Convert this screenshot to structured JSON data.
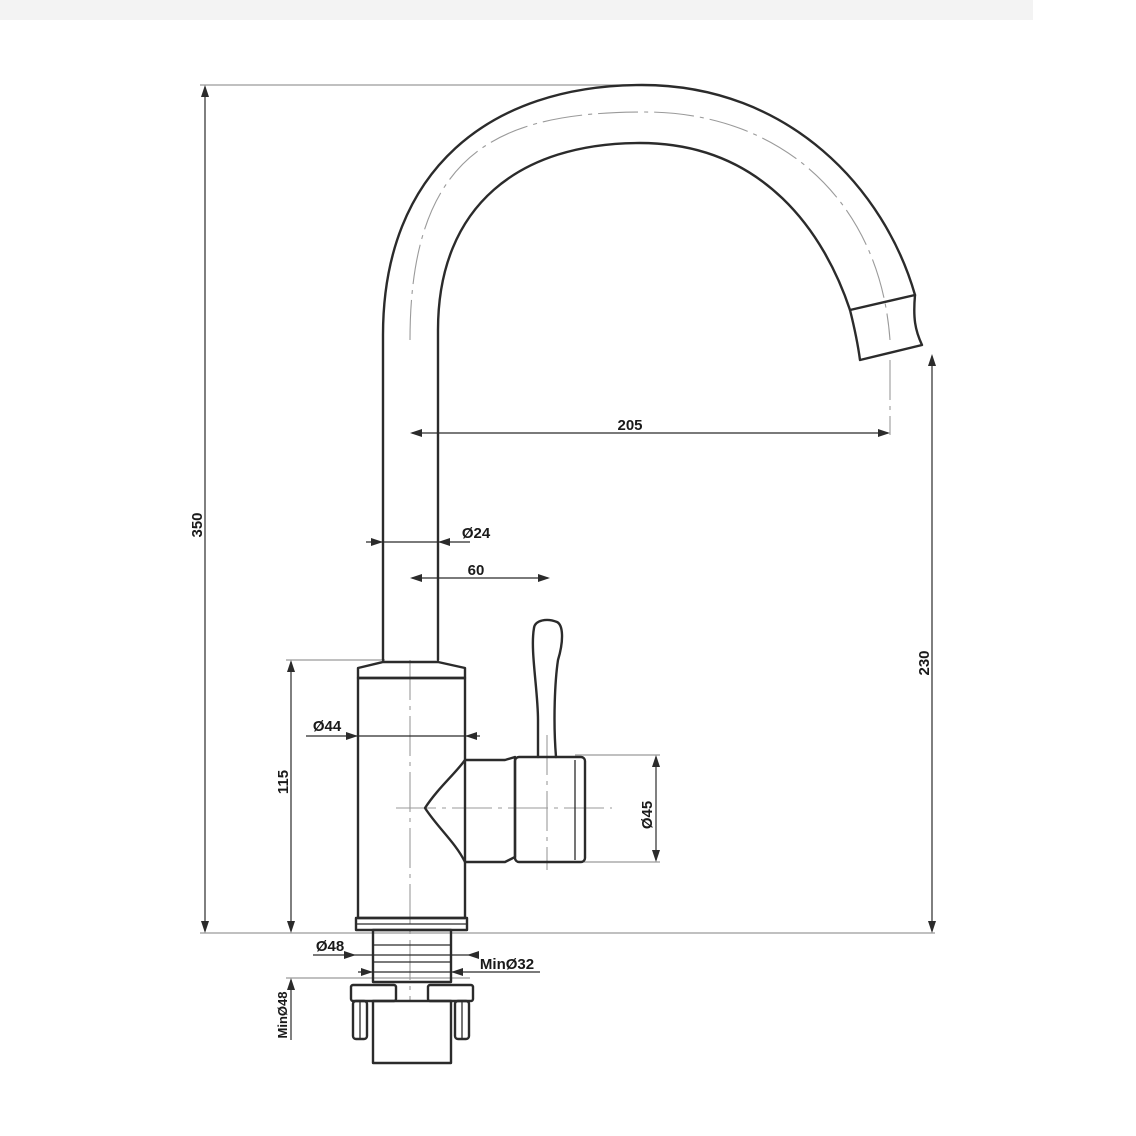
{
  "drawing": {
    "dimensions": {
      "height_total": "350",
      "spout_reach": "205",
      "tube_diameter": "Ø24",
      "lever_offset": "60",
      "spout_outlet_height": "230",
      "body_height": "115",
      "body_diameter": "Ø44",
      "cartridge_diameter": "Ø45",
      "base_diameter": "Ø48",
      "min_hole": "MinØ32",
      "min_base": "MinØ48"
    }
  }
}
